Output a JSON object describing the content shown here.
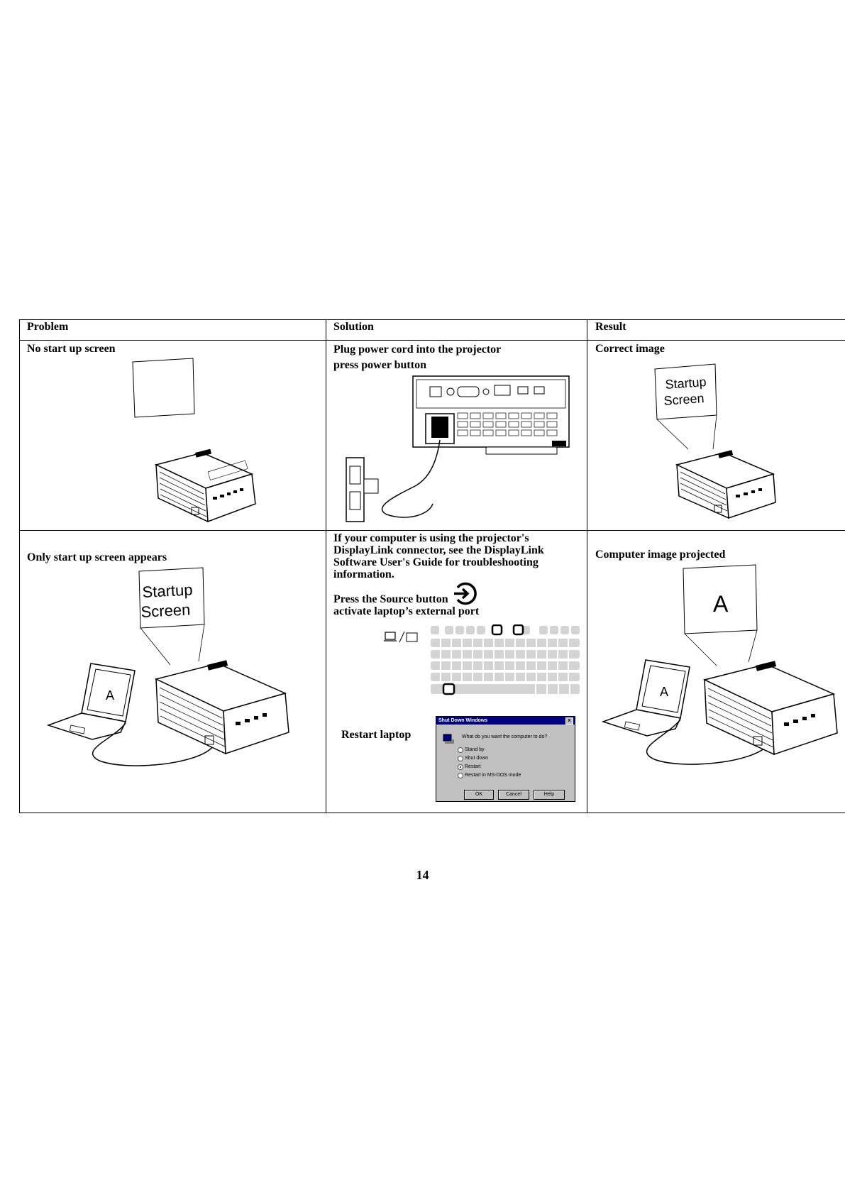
{
  "table": {
    "headers": {
      "problem": "Problem",
      "solution": "Solution",
      "result": "Result"
    },
    "rows": [
      {
        "problem": "No start up screen",
        "solution": [
          "Plug power cord into the projector",
          "press power button"
        ],
        "result": "Correct image",
        "result_screen_text": [
          "Startup",
          "Screen"
        ]
      },
      {
        "problem": "Only start up screen appears",
        "problem_screen_text": [
          "Startup",
          "Screen"
        ],
        "problem_laptop_text": "A",
        "solution_note": [
          "If your computer is using the projector's",
          "DisplayLink connector, see the DisplayLink",
          "Software User's Guide for troubleshooting",
          "information."
        ],
        "solution_steps": [
          "Press the Source button",
          "activate laptop’s external port"
        ],
        "restart_label": "Restart laptop",
        "result": "Computer image projected",
        "result_screen_text": "A",
        "result_laptop_text": "A"
      }
    ]
  },
  "dialog": {
    "title": "Shut Down Windows",
    "close": "x",
    "question": "What do you want the computer to do?",
    "options": [
      "Stand by",
      "Shut down",
      "Restart",
      "Restart in MS-DOS mode"
    ],
    "selected": "Restart",
    "buttons": {
      "ok": "OK",
      "cancel": "Cancel",
      "help": "Help"
    }
  },
  "icons": [
    "source-icon",
    "laptop-external-port-icon",
    "projector-icon",
    "wall-outlet-icon",
    "laptop-icon",
    "computer-icon"
  ],
  "page_number": "14"
}
